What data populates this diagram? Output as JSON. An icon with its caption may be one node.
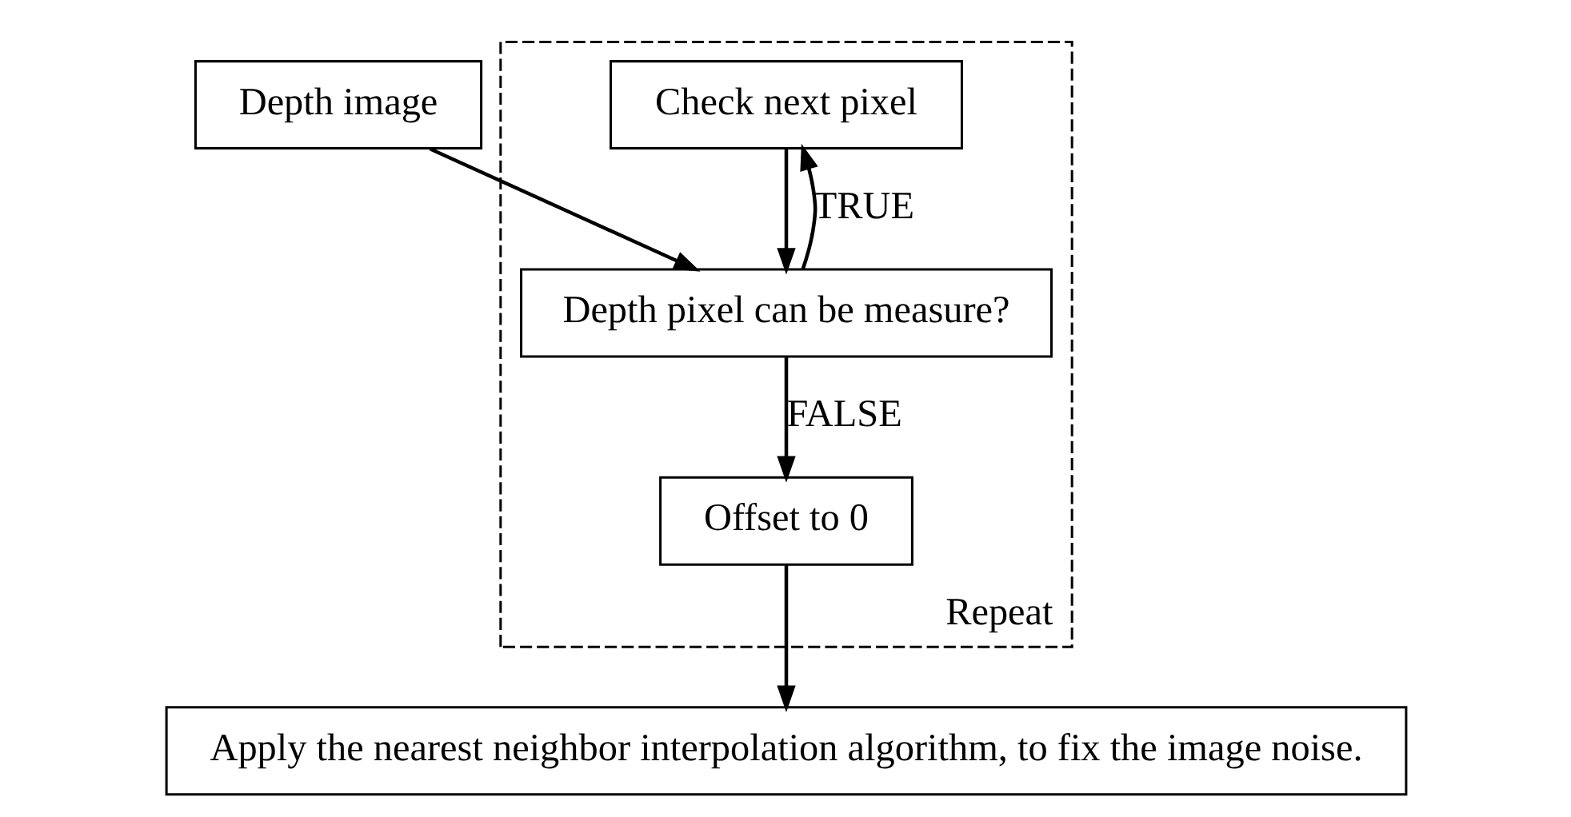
{
  "diagram": {
    "nodes": [
      {
        "text": [
          "Depth image"
        ]
      },
      {
        "text": [
          "Repeat"
        ]
      },
      {
        "text": [
          "Check next pixel"
        ],
        "in": 1
      },
      {
        "text": [
          "Depth pixel can be measure?"
        ],
        "in": 1
      },
      {
        "text": [
          "Offset to 0"
        ],
        "in": 1
      },
      {
        "text": [
          "Apply the nearest neighbor interpolation algorithm, to fix the image noise."
        ]
      }
    ],
    "edges": [
      {
        "from": 0,
        "to": 3,
        "arrow": "to"
      },
      {
        "from": 2,
        "to": 3,
        "arrow": "to"
      },
      {
        "from": 3,
        "to": 2,
        "arrow": "to",
        "label": "TRUE"
      },
      {
        "from": 3,
        "to": 4,
        "arrow": "to",
        "label": "FALSE"
      },
      {
        "from": 4,
        "to": 5,
        "arrow": "to"
      }
    ]
  }
}
